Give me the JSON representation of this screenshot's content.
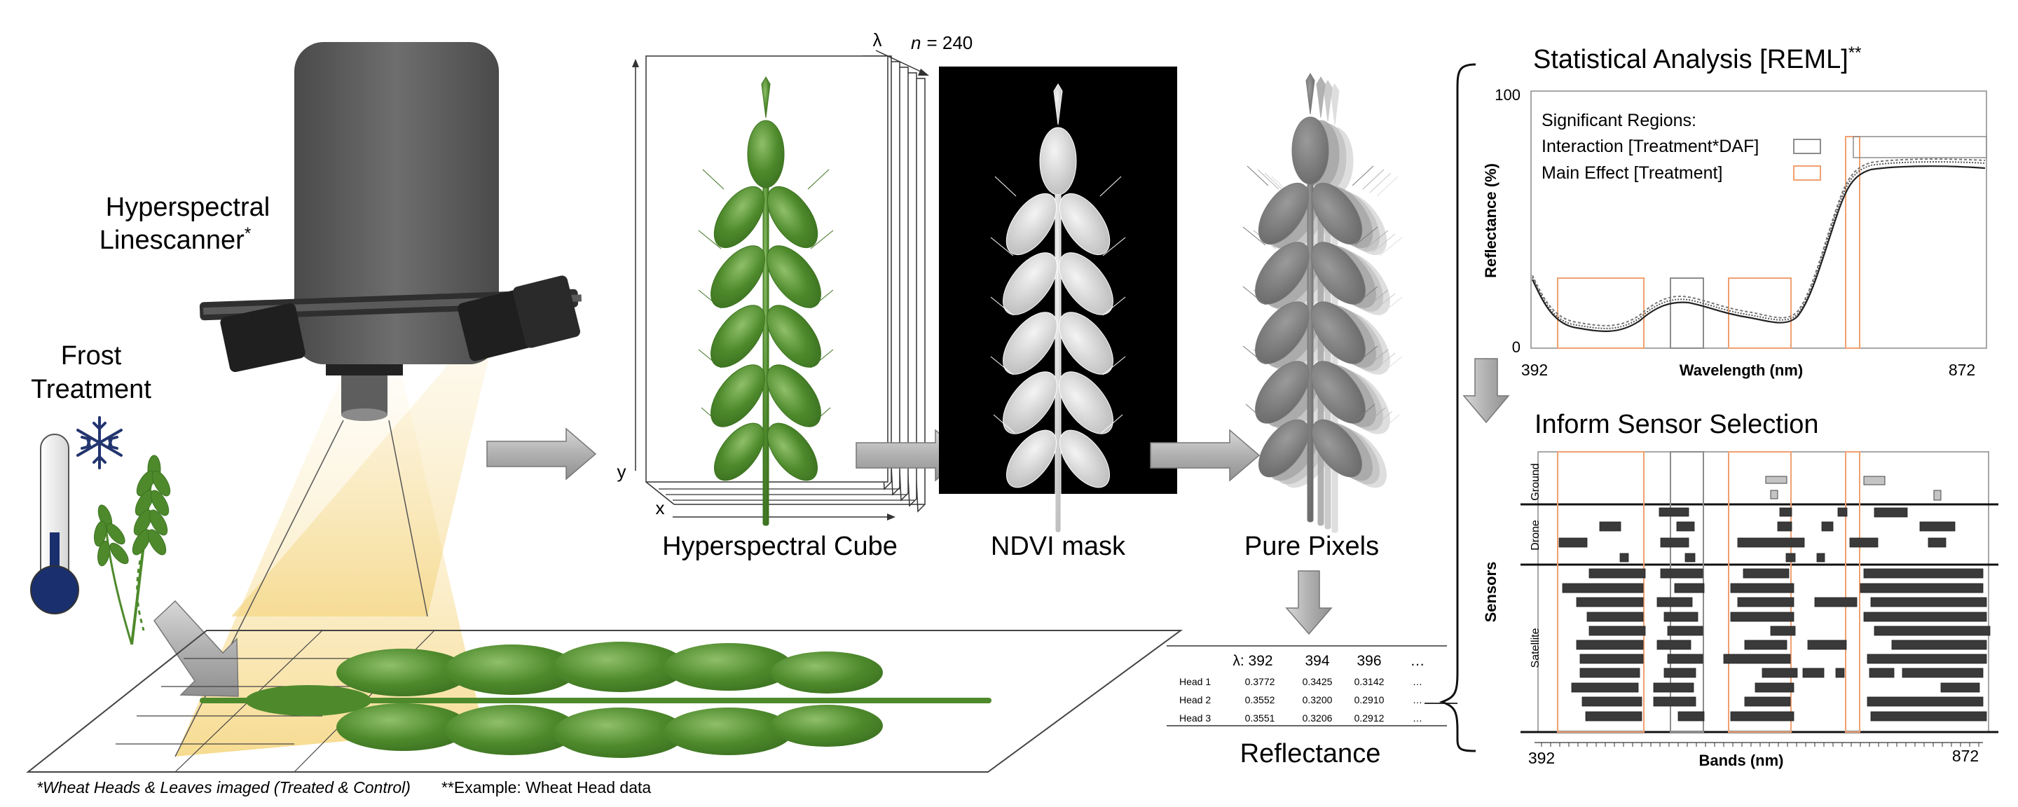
{
  "labels": {
    "scanner_line1": "Hyperspectral",
    "scanner_line2": "Linescanner",
    "scanner_mark": "*",
    "frost_line1": "Frost",
    "frost_line2": "Treatment",
    "cube": "Hyperspectral Cube",
    "cube_lambda": "λ",
    "cube_n_prefix": "n",
    "cube_n_value": "= 240",
    "axis_y": "y",
    "axis_x": "x",
    "ndvi": "NDVI mask",
    "pure": "Pure Pixels",
    "reflectance": "Reflectance"
  },
  "footnotes": {
    "note1": "*Wheat Heads & Leaves imaged (Treated & Control)",
    "note2": "**Example: Wheat Head data"
  },
  "table": {
    "header": [
      "λ: 392",
      "394",
      "396",
      "…"
    ],
    "rows": [
      {
        "name": "Head 1",
        "values": [
          "0.3772",
          "0.3425",
          "0.3142",
          "…"
        ]
      },
      {
        "name": "Head 2",
        "values": [
          "0.3552",
          "0.3200",
          "0.2910",
          "…"
        ]
      },
      {
        "name": "Head 3",
        "values": [
          "0.3551",
          "0.3206",
          "0.2912",
          "…"
        ]
      }
    ]
  },
  "stats": {
    "title": "Statistical Analysis [REML]",
    "title_mark": "**",
    "ylabel": "Reflectance (%)",
    "xlabel": "Wavelength (nm)",
    "ytick_top": "100",
    "ytick_bottom": "0",
    "xtick_left": "392",
    "xtick_right": "872",
    "legend_title": "Significant Regions:",
    "legend_interaction": "Interaction [Treatment*DAF]",
    "legend_main": "Main Effect [Treatment]"
  },
  "sensor": {
    "title": "Inform Sensor Selection",
    "ylabel": "Sensors",
    "xlabel": "Bands (nm)",
    "xtick_left": "392",
    "xtick_right": "872",
    "group_ground": "Ground",
    "group_drone": "Drone",
    "group_satellite": "Satellite"
  },
  "colors": {
    "leaf_green": "#4e8a2c",
    "orange_region": "#f0a070",
    "grey_region": "#8c8c8c",
    "sensor_dark": "#3a3a3a",
    "sensor_light": "#c4c4c4"
  }
}
